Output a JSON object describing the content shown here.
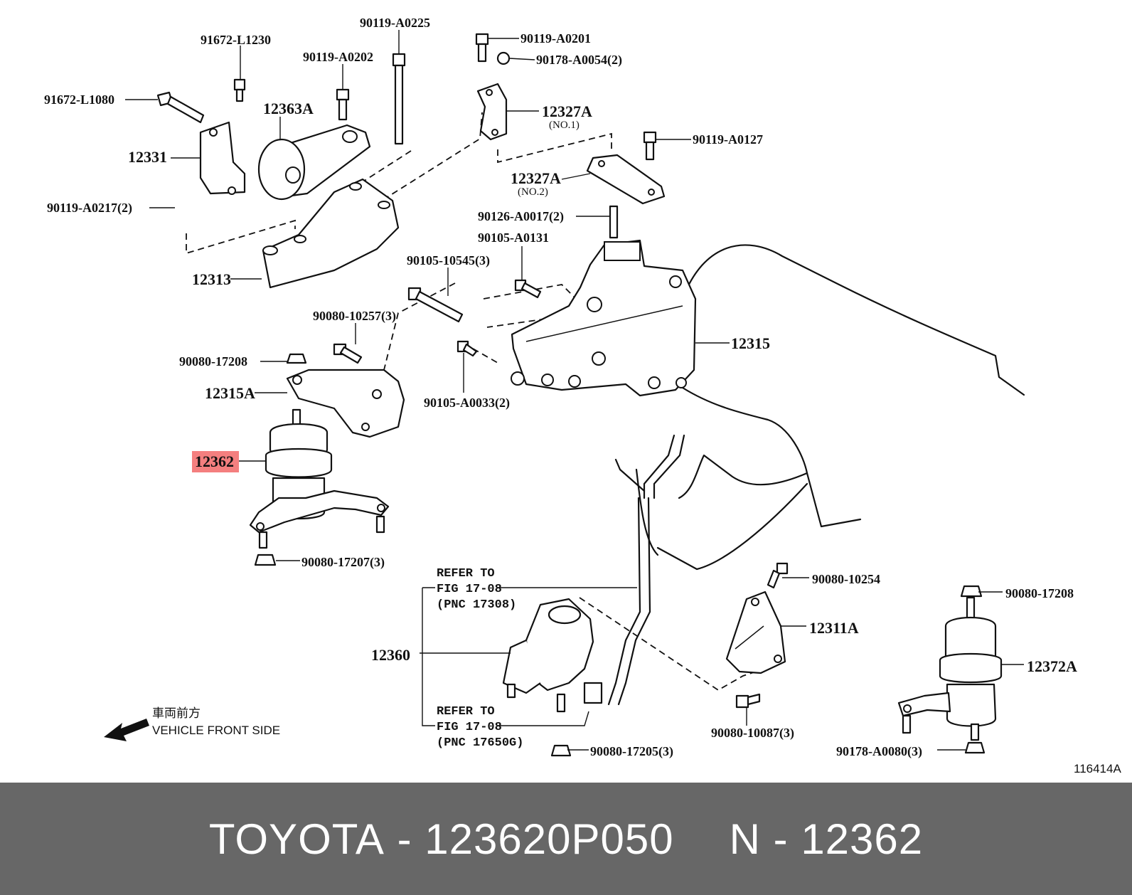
{
  "diagram": {
    "figure_code": "116414A",
    "front_label_jp": "車両前方",
    "front_label_en": "VEHICLE FRONT SIDE",
    "highlight_color": "#f47f7f",
    "callouts": {
      "c_91672_L1230": "91672-L1230",
      "c_90119_A0225": "90119-A0225",
      "c_90119_A0202": "90119-A0202",
      "c_91672_L1080": "91672-L1080",
      "c_12363A": "12363A",
      "c_12331": "12331",
      "c_90119_A0217": "90119-A0217(2)",
      "c_12313": "12313",
      "c_90119_A0201": "90119-A0201",
      "c_90178_A0054": "90178-A0054(2)",
      "c_12327A_1": "12327A",
      "c_no1": "(NO.1)",
      "c_90119_A0127": "90119-A0127",
      "c_12327A_2": "12327A",
      "c_no2": "(NO.2)",
      "c_90126_A0017": "90126-A0017(2)",
      "c_90105_A0131": "90105-A0131",
      "c_90105_10545": "90105-10545(3)",
      "c_90080_10257": "90080-10257(3)",
      "c_90080_17208a": "90080-17208",
      "c_12315A": "12315A",
      "c_90105_A0033": "90105-A0033(2)",
      "c_12315": "12315",
      "c_12362": "12362",
      "c_90080_17207": "90080-17207(3)",
      "c_90080_10254": "90080-10254",
      "c_12311A": "12311A",
      "c_90080_17208b": "90080-17208",
      "c_12372A": "12372A",
      "c_12360": "12360",
      "c_90080_10087": "90080-10087(3)",
      "c_90178_A0080": "90178-A0080(3)",
      "c_90080_17205": "90080-17205(3)"
    },
    "refer_top": {
      "line1": "REFER TO",
      "line2": "FIG 17-08",
      "line3": "(PNC 17308)"
    },
    "refer_bottom": {
      "line1": "REFER TO",
      "line2": "FIG 17-08",
      "line3": "(PNC 17650G)"
    }
  },
  "footer": {
    "brand": "TOYOTA",
    "separator": "-",
    "part_number": "123620P050",
    "n_label": "N",
    "n_separator": "-",
    "n_value": "12362"
  }
}
